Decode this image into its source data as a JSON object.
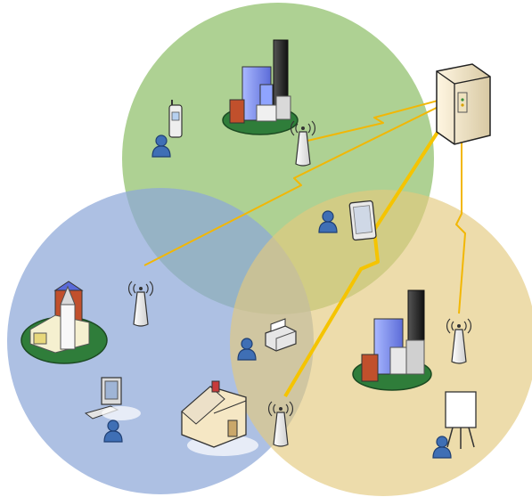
{
  "diagram": {
    "type": "wireless-network-coverage",
    "colors": {
      "cell_green": "#8fbf6a",
      "cell_blue": "#8ea8d8",
      "cell_yellow": "#e3c97e",
      "link": "#f2b705",
      "link_bolt": "#f5c400",
      "island": "#2f7d3a",
      "user_blue": "#3f6fb5"
    },
    "cells": [
      {
        "id": "green",
        "icon": "coverage-circle"
      },
      {
        "id": "blue",
        "icon": "coverage-circle"
      },
      {
        "id": "yellow",
        "icon": "coverage-circle"
      }
    ],
    "nodes": {
      "server": {
        "icon": "server-tower-icon"
      },
      "antennas": [
        {
          "id": "antenna-top",
          "icon": "antenna-icon"
        },
        {
          "id": "antenna-left",
          "icon": "antenna-icon"
        },
        {
          "id": "antenna-right",
          "icon": "antenna-icon"
        },
        {
          "id": "antenna-bottom",
          "icon": "antenna-icon"
        }
      ],
      "sites": [
        {
          "id": "city-top",
          "icon": "city-buildings-icon"
        },
        {
          "id": "church-left",
          "icon": "church-town-icon"
        },
        {
          "id": "city-right",
          "icon": "city-buildings-icon"
        },
        {
          "id": "house",
          "icon": "house-icon"
        }
      ],
      "users": [
        {
          "id": "user-phone",
          "device": "mobile-phone-icon"
        },
        {
          "id": "user-tablet",
          "device": "tablet-icon"
        },
        {
          "id": "user-printer",
          "device": "printer-icon"
        },
        {
          "id": "user-desktop",
          "device": "desktop-computer-icon"
        },
        {
          "id": "user-presentation",
          "device": "projection-screen-icon"
        }
      ]
    },
    "links": [
      {
        "from": "server",
        "to": "antenna-top",
        "style": "bolt"
      },
      {
        "from": "server",
        "to": "antenna-left",
        "style": "bolt"
      },
      {
        "from": "server",
        "to": "antenna-right",
        "style": "bolt"
      },
      {
        "from": "server",
        "to": "antenna-bottom",
        "style": "bolt-thick"
      }
    ]
  }
}
